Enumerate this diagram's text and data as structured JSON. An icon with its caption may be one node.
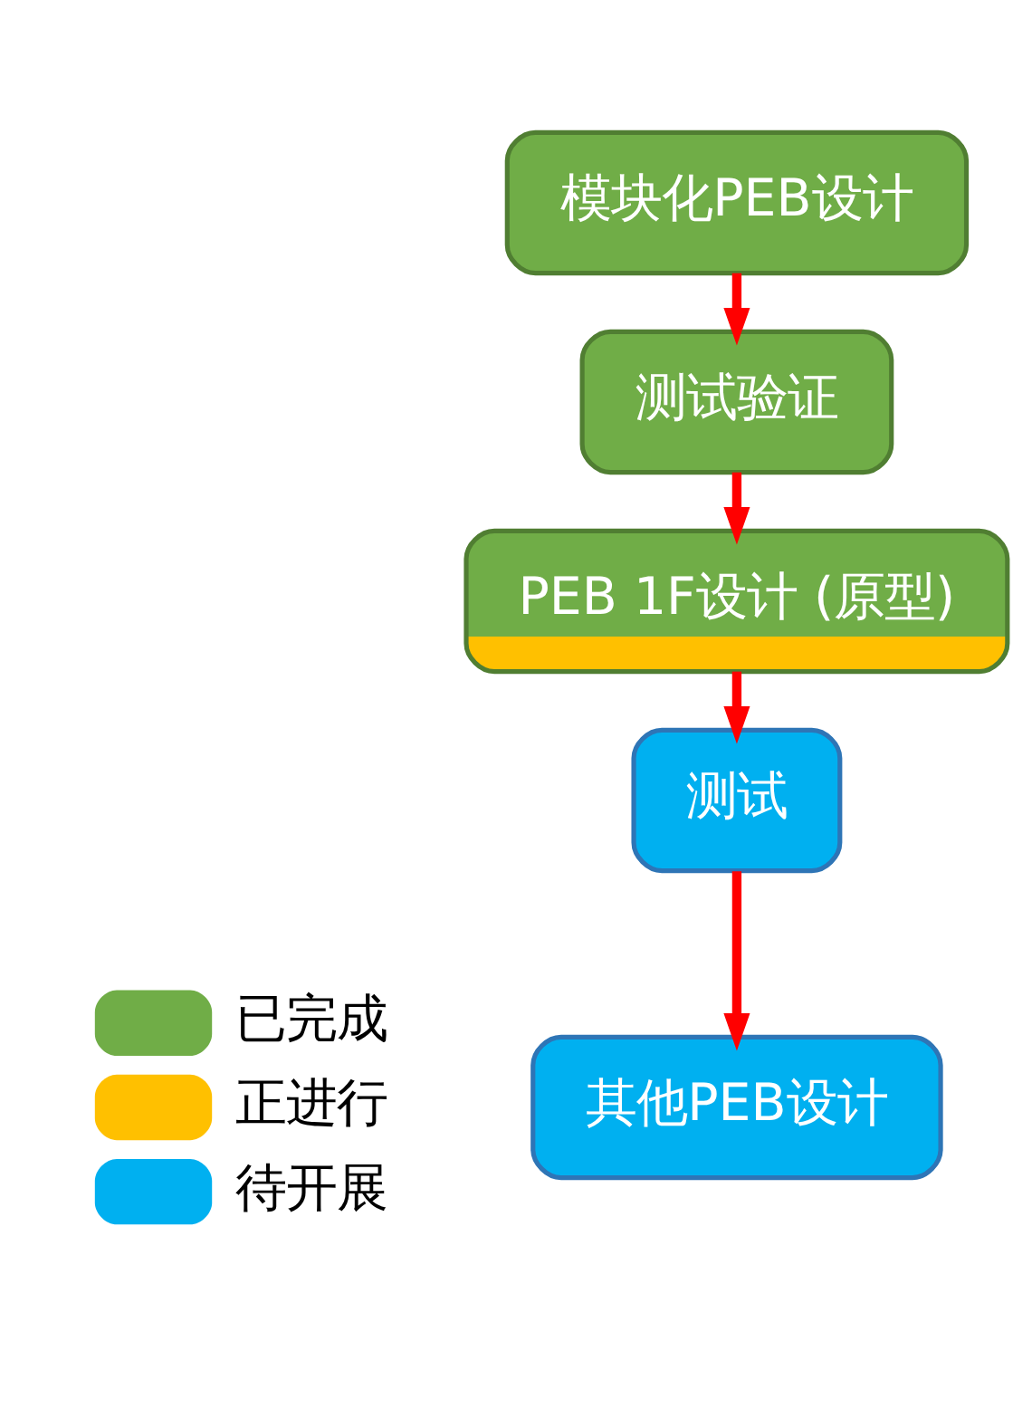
{
  "diagram": {
    "nodes": [
      {
        "text": [
          "模块化PEB设计"
        ]
      },
      {
        "text": [
          "测试验证"
        ]
      },
      {
        "text": [
          "PEB 1F设计 (原型)"
        ]
      },
      {
        "text": [
          "测试"
        ]
      },
      {
        "text": [
          "其他PEB设计"
        ]
      }
    ],
    "edges": [
      {
        "from": 0,
        "to": 1,
        "arrow": "to"
      },
      {
        "from": 1,
        "to": 2,
        "arrow": "to"
      },
      {
        "from": 2,
        "to": 3,
        "arrow": "to"
      },
      {
        "from": 3,
        "to": 4,
        "arrow": "to"
      }
    ],
    "legend": [
      {
        "text": "已完成",
        "color": "#70ad47"
      },
      {
        "text": "正进行",
        "color": "#ffc000"
      },
      {
        "text": "待开展",
        "color": "#00b0f0"
      }
    ]
  }
}
